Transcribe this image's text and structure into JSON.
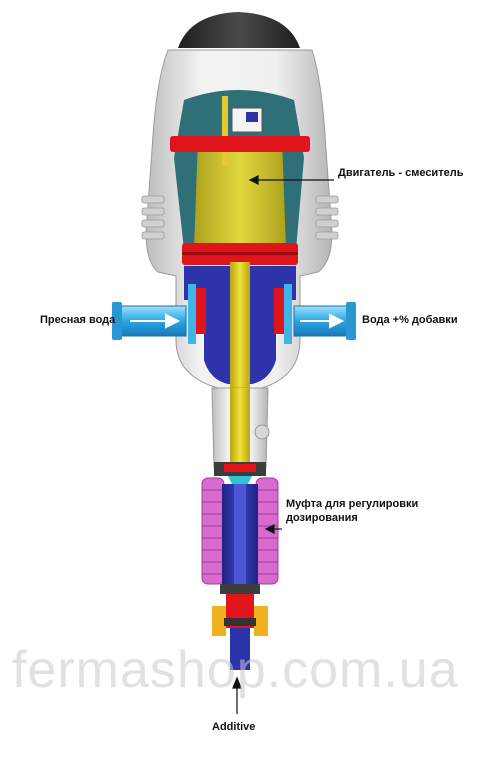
{
  "labels": {
    "motor": "Двигатель - смеситель",
    "fresh_water": "Пресная вода",
    "water_additive": "Вода +% добавки",
    "sleeve_line1": "Муфта для регулировки",
    "sleeve_line2": "дозирования",
    "additive": "Additive"
  },
  "watermark": "fermashop.com.ua",
  "colors": {
    "housing": "#e6e6e6",
    "cap": "#333333",
    "chamber": "#2f6f78",
    "piston": "#e8d21c",
    "ring": "#e0141b",
    "inner": "#2d33a8",
    "pipe": "#3fb4e8",
    "sleeve": "#d86ad0",
    "tip": "#f0b020"
  }
}
